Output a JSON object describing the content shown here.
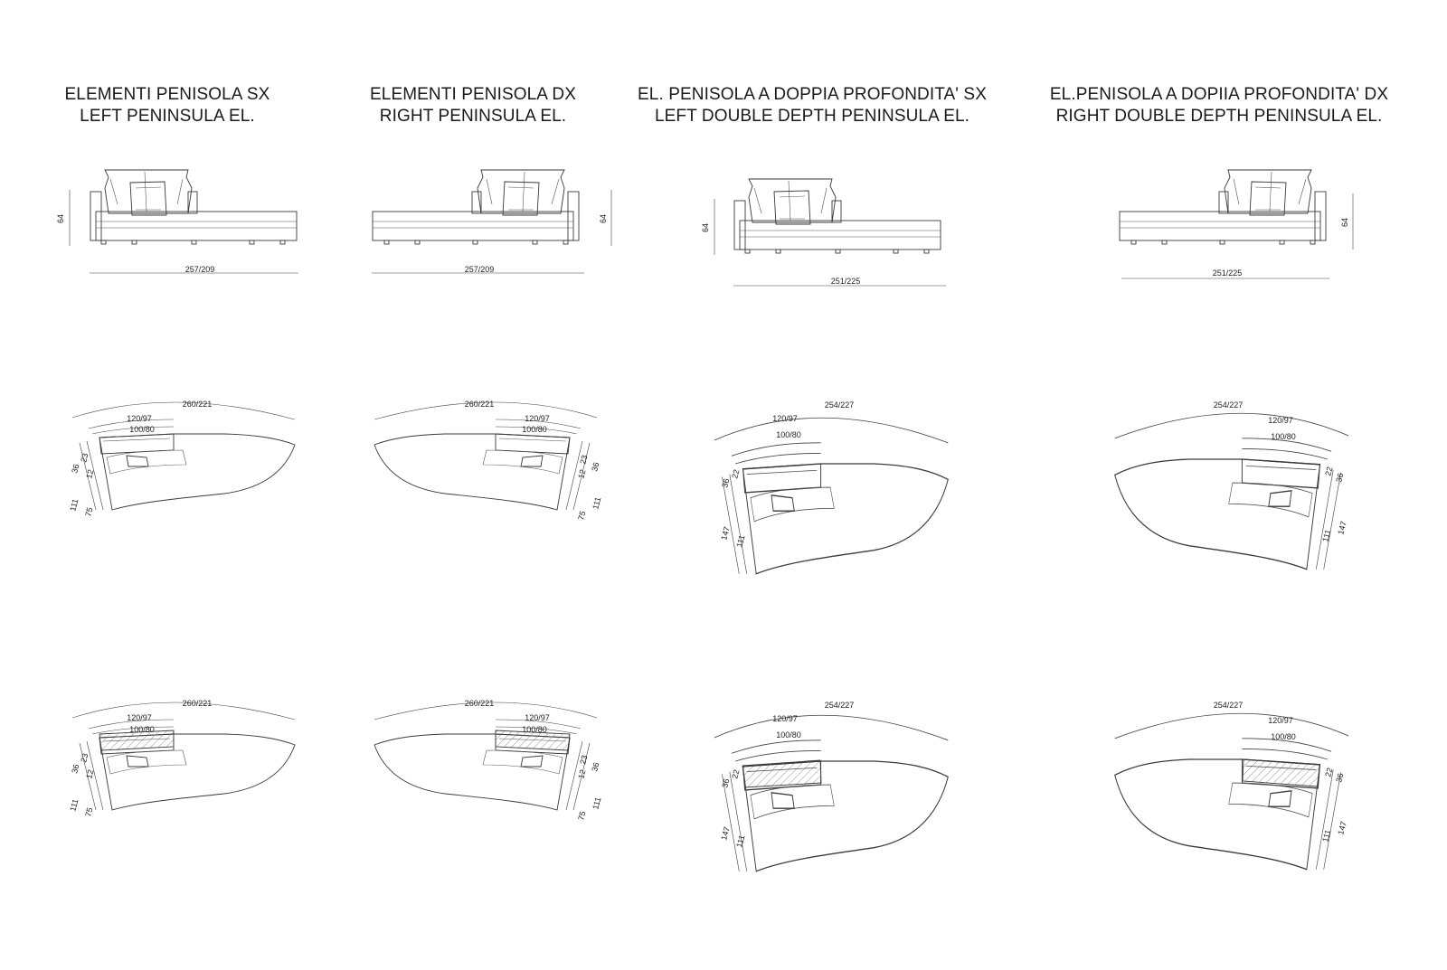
{
  "columns": [
    {
      "title_it": "ELEMENTI PENISOLA SX",
      "title_en": "LEFT PENINSULA EL.",
      "front_dim": "257/209",
      "arc_outer": "260/221",
      "arc_mid": "120/97",
      "arc_inner": "100/80",
      "d_a": "23",
      "d_b": "36",
      "d_c": "12",
      "d_d": "111",
      "d_e": "75"
    },
    {
      "title_it": "ELEMENTI PENISOLA DX",
      "title_en": "RIGHT PENINSULA EL.",
      "front_dim": "257/209",
      "arc_outer": "260/221",
      "arc_mid": "120/97",
      "arc_inner": "100/80",
      "d_a": "23",
      "d_b": "36",
      "d_c": "12",
      "d_d": "111",
      "d_e": "75"
    },
    {
      "title_it": "EL. PENISOLA A DOPPIA PROFONDITA' SX",
      "title_en": "LEFT DOUBLE DEPTH PENINSULA EL.",
      "front_dim": "251/225",
      "arc_outer": "254/227",
      "arc_mid": "120/97",
      "arc_inner": "100/80",
      "d_a": "22",
      "d_b": "36",
      "d_d": "147",
      "d_e": "111"
    },
    {
      "title_it": "EL.PENISOLA A DOPIIA PROFONDITA' DX",
      "title_en": "RIGHT DOUBLE DEPTH PENINSULA EL.",
      "front_dim": "251/225",
      "arc_outer": "254/227",
      "arc_mid": "120/97",
      "arc_inner": "100/80",
      "d_a": "22",
      "d_b": "36",
      "d_d": "147",
      "d_e": "111"
    }
  ],
  "height_dim": "64"
}
